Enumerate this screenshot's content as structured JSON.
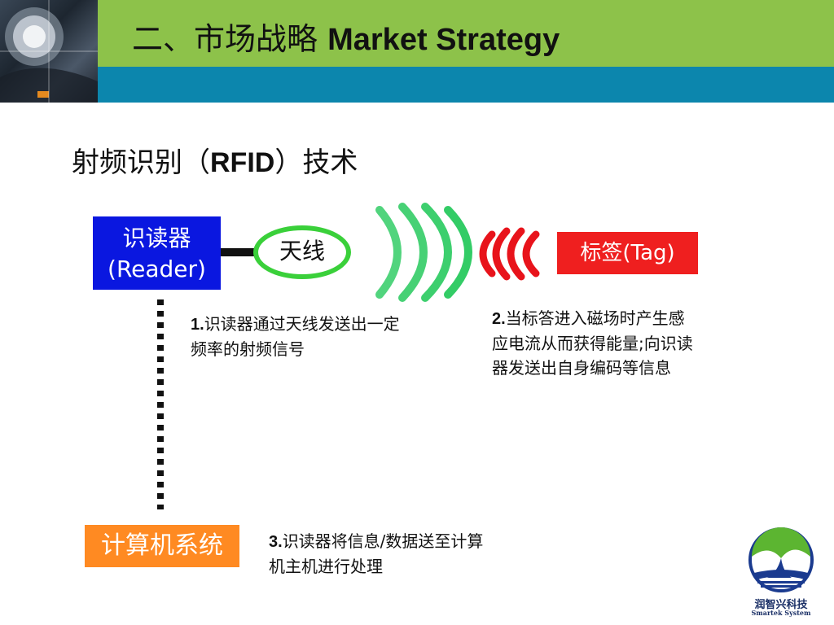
{
  "header": {
    "title_cn": "二、市场战略",
    "title_en": "Market Strategy"
  },
  "subtitle": {
    "cn_before": "射频识别（",
    "en": "RFID",
    "cn_after": "）技术"
  },
  "diagram": {
    "reader_line1": "识读器",
    "reader_line2": "(Reader)",
    "antenna": "天线",
    "tag": "标签(Tag)",
    "computer": "计算机系统"
  },
  "steps": {
    "step1_num": "1.",
    "step1_text": "识读器通过天线发送出一定频率的射频信号",
    "step2_num": "2.",
    "step2_text": "当标答进入磁场时产生感应电流从而获得能量;向识读器发送出自身编码等信息",
    "step3_num": "3.",
    "step3_text": "识读器将信息/数据送至计算机主机进行处理"
  },
  "logo": {
    "name_cn": "润智兴科技",
    "name_en": "Smartek System"
  },
  "colors": {
    "header_green": "#8dc24a",
    "header_teal": "#0c86ad",
    "reader_blue": "#0a17e0",
    "antenna_green": "#3ad03a",
    "tag_red": "#ef1f1f",
    "computer_orange": "#ff8a22"
  }
}
